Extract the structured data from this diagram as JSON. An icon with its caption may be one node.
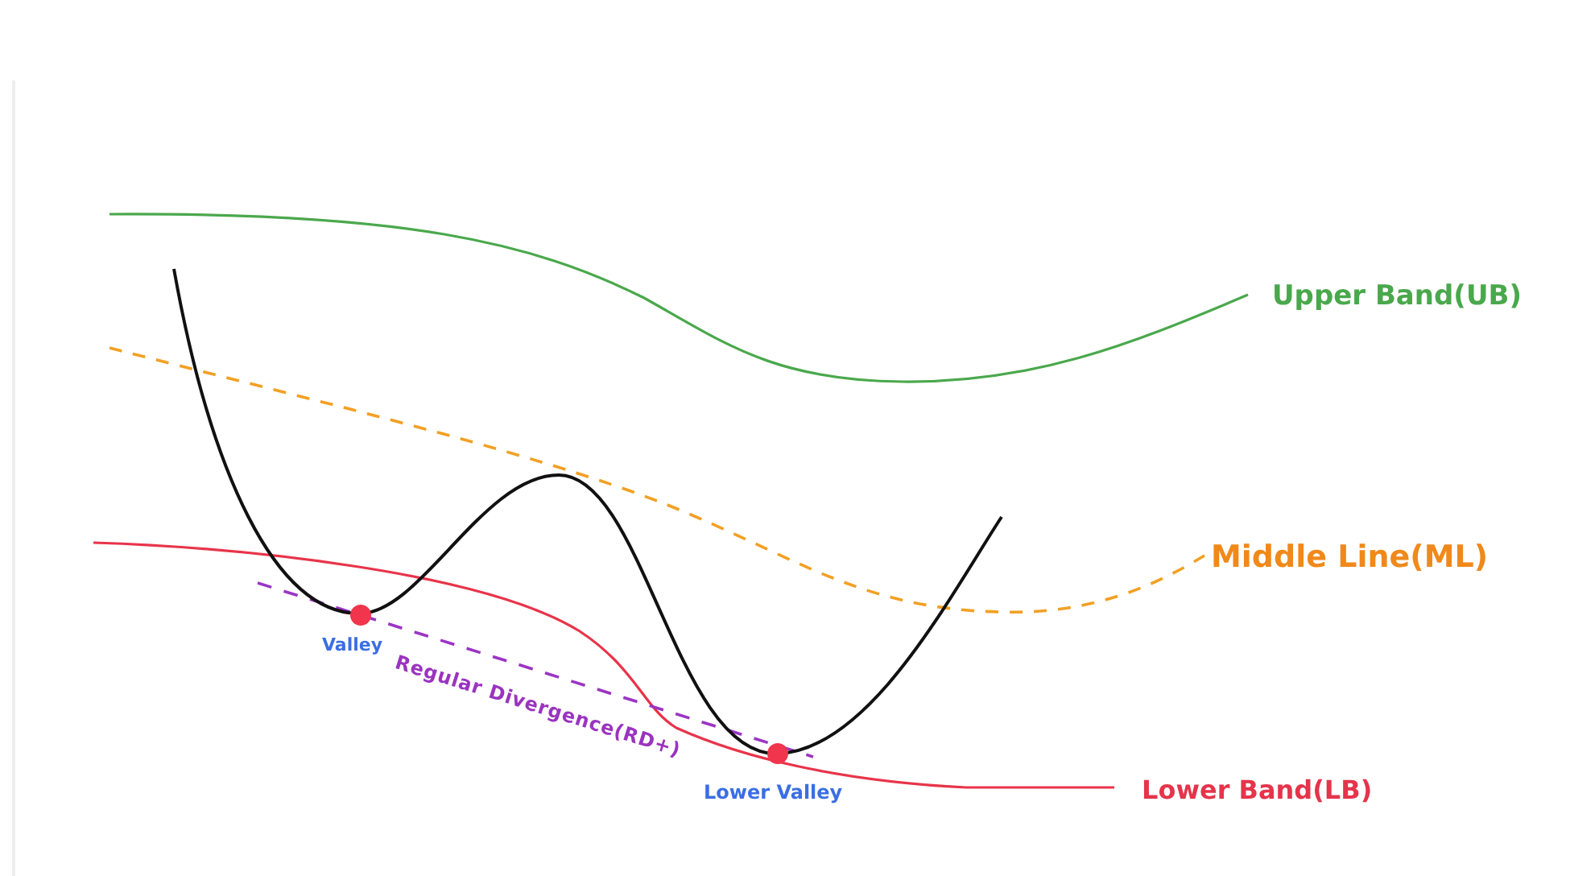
{
  "diagram": {
    "labels": [
      "Upper Band(UB)",
      "Middle Line(ML)",
      "Valley",
      "Regular Divergence(RD+)",
      "Lower Valley",
      "Lower Band(LB)"
    ]
  }
}
